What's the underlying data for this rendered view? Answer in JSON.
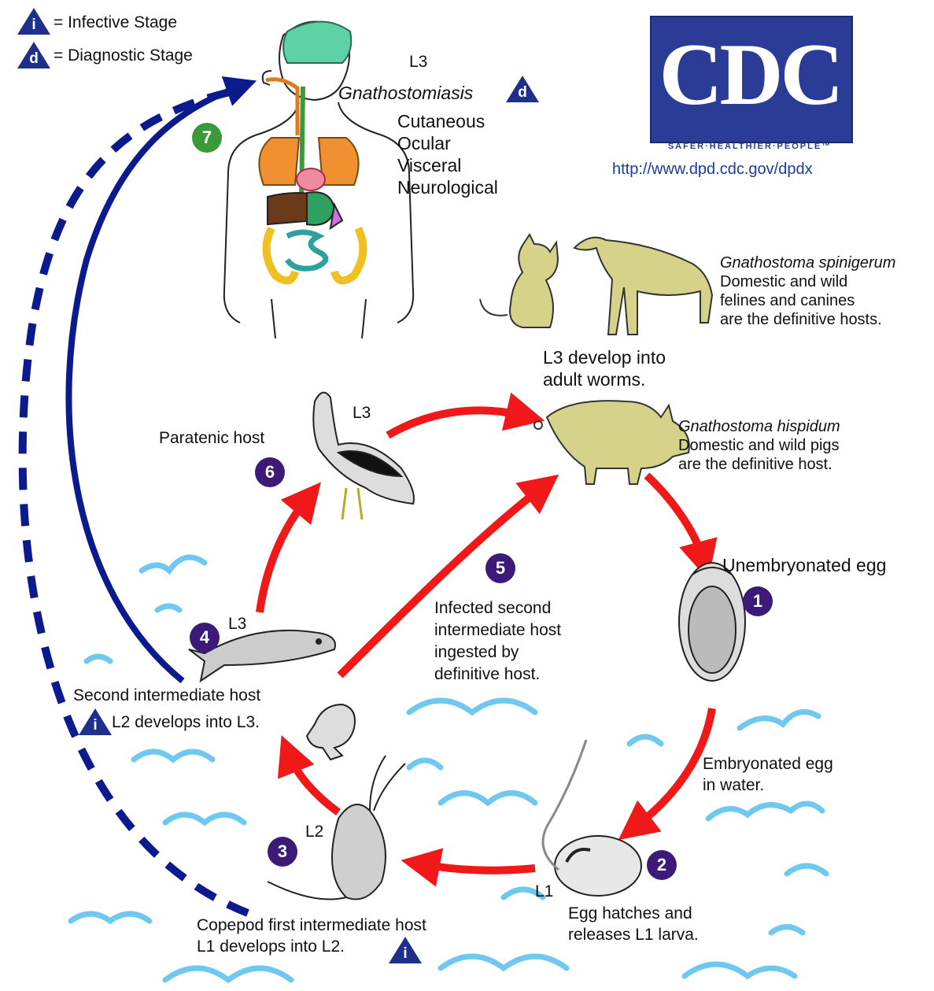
{
  "legend": {
    "infective_symbol": "i",
    "infective_label": "= Infective Stage",
    "diagnostic_symbol": "d",
    "diagnostic_label": "= Diagnostic Stage"
  },
  "cdc": {
    "logo_text": "CDC",
    "tagline": "SAFER·HEALTHIER·PEOPLE™",
    "url": "http://www.dpd.cdc.gov/dpdx"
  },
  "human": {
    "stage": "L3",
    "disease": "Gnathostomiasis",
    "forms": [
      "Cutaneous",
      "Ocular",
      "Visceral",
      "Neurological"
    ]
  },
  "definitive_hosts": {
    "spinigerum_name": "Gnathostoma spinigerum",
    "spinigerum_lines": [
      "Domestic and wild",
      "felines and canines",
      "are the definitive hosts."
    ],
    "develop_lines": [
      "L3 develop into",
      "adult worms."
    ],
    "hispidum_name": "Gnathostoma hispidum",
    "hispidum_lines": [
      "Domestic and wild pigs",
      "are the definitive host."
    ]
  },
  "steps": {
    "s1": {
      "number": "1",
      "label": "Unembryonated egg"
    },
    "embryonated": [
      "Embryonated egg",
      "in water."
    ],
    "s2": {
      "number": "2",
      "stage": "L1",
      "lines": [
        "Egg hatches and",
        "releases L1 larva."
      ]
    },
    "s3": {
      "number": "3",
      "stage": "L2",
      "lines": [
        "Copepod first intermediate host",
        "L1 develops into L2."
      ]
    },
    "s4": {
      "number": "4",
      "stage": "L3",
      "lines": [
        "Second intermediate host",
        "L2 develops into L3."
      ]
    },
    "s5": {
      "number": "5",
      "lines": [
        "Infected second",
        "intermediate host",
        "ingested by",
        "definitive host."
      ]
    },
    "s6": {
      "number": "6",
      "stage": "L3",
      "label": "Paratenic host"
    },
    "s7": {
      "number": "7"
    }
  },
  "colors": {
    "red_arrow": "#f01818",
    "blue_arrow": "#0b1a8c",
    "water": "#6ec8f0",
    "badge": "#3b1a78",
    "badge_green": "#3a9a3a",
    "cdc_blue": "#2a3c96"
  }
}
